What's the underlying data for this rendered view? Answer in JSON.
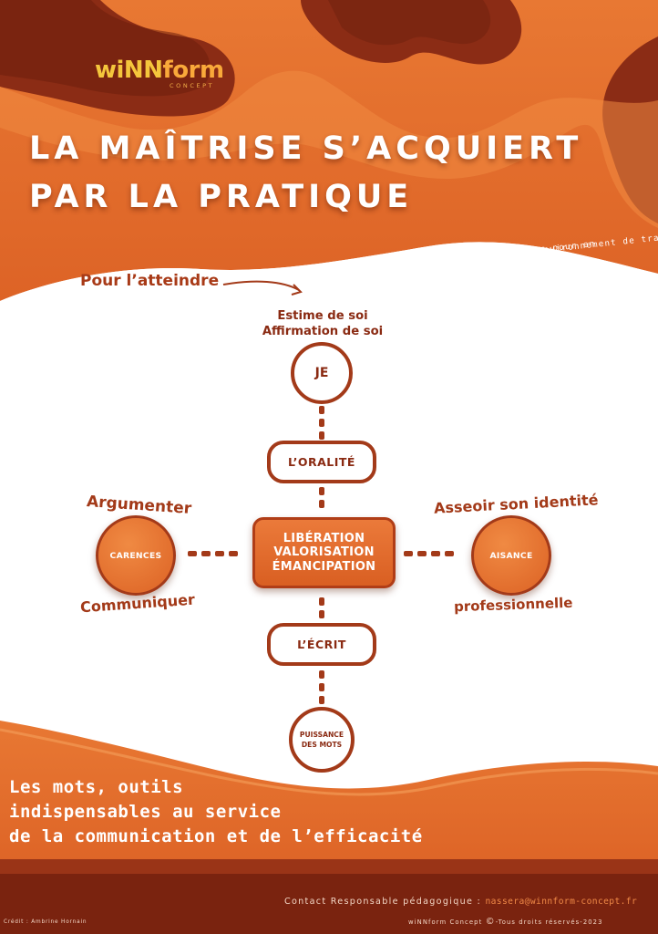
{
  "logo": {
    "part1": "wiNN",
    "part2": "form",
    "sub": "CONCEPT"
  },
  "headline": {
    "line1": "LA MAÎTRISE S’ACQUIERT",
    "line2": "PAR LA PRATIQUE"
  },
  "tagline": {
    "line1": "Nous vous accompagnons pour en",
    "line2": "appliquer les fruits dans votre environnement de travail."
  },
  "intro": "Pour l’atteindre",
  "diagram": {
    "top_label_1": "Estime de soi",
    "top_label_2": "Affirmation de soi",
    "top_circle": "JE",
    "upper_pill": "L’ORALITÉ",
    "center": [
      "LIBÉRATION",
      "VALORISATION",
      "ÉMANCIPATION"
    ],
    "left_circle": "CARENCES",
    "right_circle": "AISANCE",
    "lower_pill": "L’ÉCRIT",
    "bottom_circle_1": "PUISSANCE",
    "bottom_circle_2": "DES MOTS",
    "left_top_label": "Argumenter",
    "left_bottom_label": "Communiquer",
    "right_top_label": "Asseoir son identité",
    "right_bottom_label": "professionnelle"
  },
  "bottom_title": {
    "line1": "Les mots, outils",
    "line2": "indispensables au service",
    "line3": "de la communication et de l’efficacité"
  },
  "footer": {
    "contact_label": "Contact Responsable pédagogique :",
    "email": "nassera@winnform-concept.fr",
    "copyright_brand": "wiNNform Concept",
    "copyright_symbol": "©",
    "copyright_text": "-Tous droits réservés-2023",
    "credit": "Crédit : Ambrine Hornain"
  },
  "colors": {
    "primary": "#e2692a",
    "dark": "#8e2c14",
    "footer": "#7c2410",
    "accent": "#a33a19"
  }
}
